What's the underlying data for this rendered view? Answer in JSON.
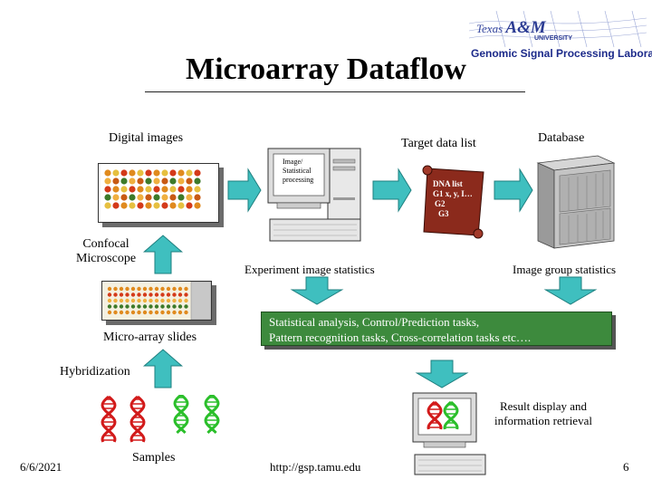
{
  "logo": {
    "org_prefix": "Texas",
    "org_name": "A&M",
    "org_suffix": "UNIVERSITY",
    "lab_name": "Genomic Signal Processing Laboratory"
  },
  "title": "Microarray Dataflow",
  "labels": {
    "digital_images": "Digital images",
    "target_data_list": "Target data list",
    "database": "Database",
    "confocal_microscope": "Confocal Microscope",
    "experiment_image_statistics": "Experiment image statistics",
    "image_group_statistics": "Image group statistics",
    "microarray_slides": "Micro-array slides",
    "hybridization": "Hybridization",
    "result_display": "Result display and information retrieval",
    "samples": "Samples"
  },
  "computer_screen_text": [
    "Image/",
    "Statistical",
    "processing"
  ],
  "scroll_text": [
    "DNA list",
    "G1 x, y, I…",
    "G2",
    "G3"
  ],
  "statistical_box": [
    "Statistical analysis, Control/Prediction tasks,",
    "Pattern recognition tasks, Cross-correlation tasks etc…."
  ],
  "footer": {
    "date": "6/6/2021",
    "url": "http://gsp.tamu.edu",
    "page_number": "6"
  },
  "colors": {
    "arrow_fill": "#3fbfbf",
    "arrow_stroke": "#1e7f7f",
    "stat_box": "#3d8a3d",
    "dna_red": "#d21a1a",
    "dna_green": "#2bbf2b",
    "logo_text": "#1c2a8a"
  }
}
